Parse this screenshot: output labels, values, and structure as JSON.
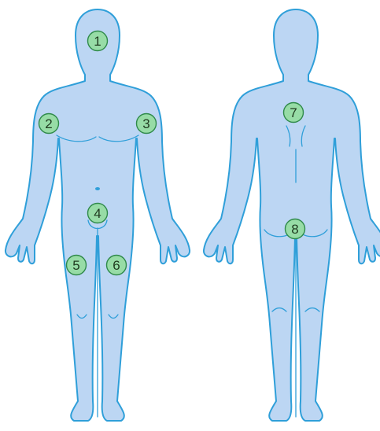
{
  "colors": {
    "body_fill": "#bcd6f3",
    "body_outline": "#2f9fd9",
    "marker_fill": "#97dca6",
    "marker_outline": "#2f8a4a",
    "marker_text": "#1f3a1f",
    "background": "#ffffff"
  },
  "figures": [
    {
      "view": "front"
    },
    {
      "view": "back"
    }
  ],
  "markers": [
    {
      "label": "1"
    },
    {
      "label": "2"
    },
    {
      "label": "3"
    },
    {
      "label": "4"
    },
    {
      "label": "5"
    },
    {
      "label": "6"
    },
    {
      "label": "7"
    },
    {
      "label": "8"
    }
  ]
}
